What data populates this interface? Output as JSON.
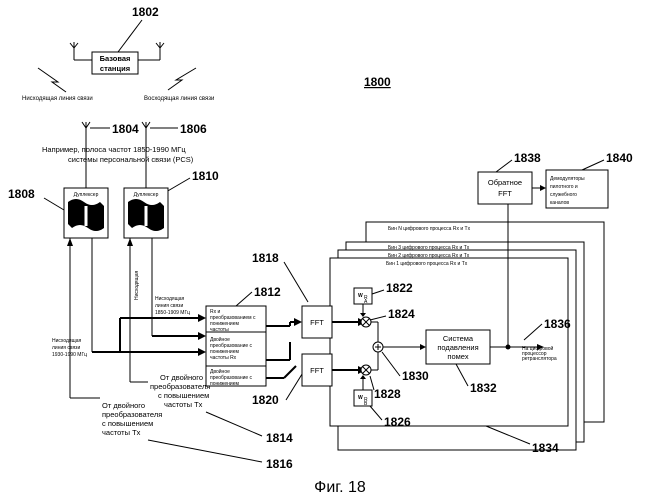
{
  "figure": {
    "number": "1800",
    "caption": "Фиг. 18"
  },
  "labels": {
    "base_station_top_ref": "1802",
    "base_station_line1": "Базовая",
    "base_station_line2": "станция",
    "downlink": "Нисходящая линия связи",
    "uplink": "Восходящая линия связи",
    "antenna1_ref": "1804",
    "antenna2_ref": "1806",
    "band_line1": "Например, полоса частот 1850-1990 МГц",
    "band_line2": "системы персональной связи (PCS)",
    "duplexer1_ref": "1808",
    "duplexer2_ref": "1810",
    "duplexer_text": "Дуплексер",
    "downlink_left_line1": "Нисходящая",
    "downlink_left_line2": "линия связи",
    "downlink_left_line3": "1930-1990 МГц",
    "uplink_mid_line1": "Нисходящая",
    "uplink_mid_line2": "линия связи",
    "uplink_mid_line3": "1850-1909 МГц",
    "converter_ref": "1812",
    "conv1_line1": "Rx и",
    "conv1_line2": "преобразованием с",
    "conv1_line3": "понижением",
    "conv1_line4": "частоты",
    "conv2_line1": "Двойное",
    "conv2_line2": "преобразование с",
    "conv2_line3": "понижением",
    "conv2_line4": "частоты Rx",
    "conv3_line1": "Двойное",
    "conv3_line2": "преобразование с",
    "conv3_line3": "понижением",
    "conv3_line4": "частоты Rx",
    "fft1_ref": "1818",
    "fft2_ref": "1820",
    "fft_label": "FFT",
    "weight_top_ref": "1822",
    "weight_top_sym": "W",
    "weight_top_sub": "R",
    "weight_top_sub2": "A",
    "mult_top_ref": "1824",
    "sum_ref": "1830",
    "mult_bottom_ref": "1828",
    "weight_bottom_ref": "1826",
    "weight_bottom_sym": "W",
    "weight_bottom_sub": "R",
    "weight_bottom_sub2": "B",
    "cancel_line1": "Система",
    "cancel_line2": "подавления",
    "cancel_line3": "помех",
    "cancel_ref": "1832",
    "out_ref": "1836",
    "out_line1": "На цифровой",
    "out_line2": "процессор",
    "out_line3": "ретранслятора",
    "ifft_ref": "1838",
    "ifft_line1": "Обратное",
    "ifft_line2": "FFT",
    "demod_ref": "1840",
    "demod_line1": "Демодуляторы",
    "demod_line2": "пилотного и",
    "demod_line3": "служебного",
    "demod_line4": "каналов",
    "bin_n": "Бин N цифрового процесса Rx и Tx",
    "bin_3": "Бин 3 цифрового процесса Rx и Tx",
    "bin_2": "Бин 2 цифрового процесса Rx и Tx",
    "bin_1": "Бин 1 цифрового процесса Rx и Tx",
    "bin_ref": "1834",
    "tx1_line1": "От двойного",
    "tx1_line2": "преобразователя",
    "tx1_line3": "с повышением",
    "tx1_line4": "частоты Tx",
    "tx1_ref": "1814",
    "tx2_line1": "От двойного",
    "tx2_line2": "преобразователя",
    "tx2_line3": "с повышением",
    "tx2_line4": "частоты Tx",
    "tx2_ref": "1816"
  }
}
